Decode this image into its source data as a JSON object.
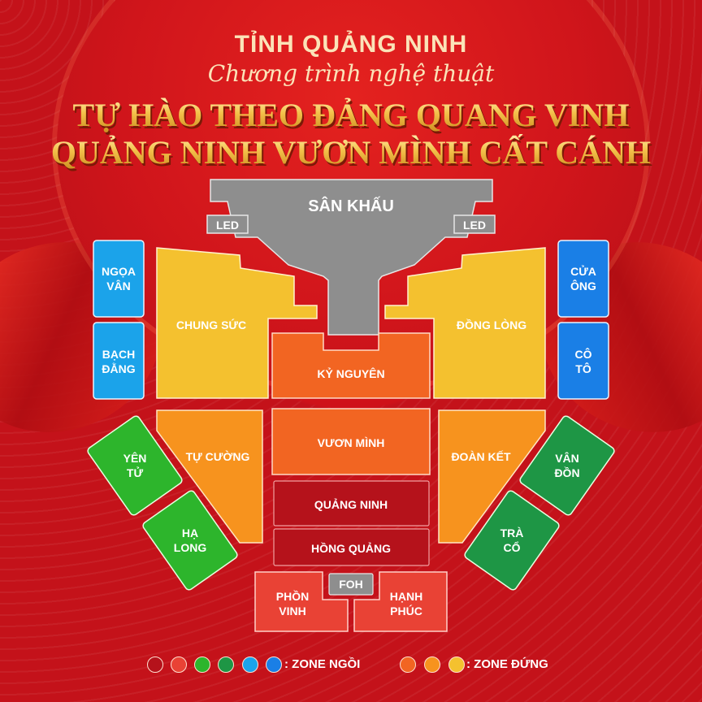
{
  "header": {
    "province": "TỈNH QUẢNG NINH",
    "subtitle": "Chương trình nghệ thuật",
    "title_line1": "TỰ HÀO THEO ĐẢNG QUANG VINH",
    "title_line2": "QUẢNG NINH VƯƠN MÌNH CẤT CÁNH"
  },
  "stage": {
    "label": "SÂN KHẤU",
    "led_left": "LED",
    "led_right": "LED",
    "foh": "FOH",
    "color": "#8e8e8e"
  },
  "zones": {
    "ngoa_van": {
      "label1": "NGỌA",
      "label2": "VÂN",
      "color": "#1ba3ea",
      "type": "seated"
    },
    "bach_dang": {
      "label1": "BẠCH",
      "label2": "ĐẰNG",
      "color": "#1ba3ea",
      "type": "seated"
    },
    "cua_ong": {
      "label1": "CỬA",
      "label2": "ÔNG",
      "color": "#1a7fe6",
      "type": "seated"
    },
    "co_to": {
      "label1": "CÔ",
      "label2": "TÔ",
      "color": "#1a7fe6",
      "type": "seated"
    },
    "chung_suc": {
      "label": "CHUNG SỨC",
      "color": "#f4c12f",
      "type": "standing"
    },
    "dong_long": {
      "label": "ĐỒNG LÒNG",
      "color": "#f4c12f",
      "type": "standing"
    },
    "ky_nguyen": {
      "label": "KỶ NGUYÊN",
      "color": "#f26522",
      "type": "standing"
    },
    "vuon_minh": {
      "label": "VƯƠN MÌNH",
      "color": "#f26522",
      "type": "standing"
    },
    "tu_cuong": {
      "label": "TỰ CƯỜNG",
      "color": "#f7931e",
      "type": "standing"
    },
    "doan_ket": {
      "label": "ĐOÀN KẾT",
      "color": "#f7931e",
      "type": "standing"
    },
    "yen_tu": {
      "label1": "YÊN",
      "label2": "TỬ",
      "color": "#2db52c",
      "type": "seated"
    },
    "ha_long": {
      "label1": "HẠ",
      "label2": "LONG",
      "color": "#2db52c",
      "type": "seated"
    },
    "van_don": {
      "label1": "VÂN",
      "label2": "ĐỒN",
      "color": "#1e9645",
      "type": "seated"
    },
    "tra_co": {
      "label1": "TRÀ",
      "label2": "CỔ",
      "color": "#1e9645",
      "type": "seated"
    },
    "quang_ninh": {
      "label": "QUẢNG NINH",
      "color": "#b5121b",
      "type": "seated"
    },
    "hong_quang": {
      "label": "HỒNG QUẢNG",
      "color": "#b5121b",
      "type": "seated"
    },
    "phon_vinh": {
      "label1": "PHỒN",
      "label2": "VINH",
      "color": "#e94235",
      "type": "seated"
    },
    "hanh_phuc": {
      "label1": "HẠNH",
      "label2": "PHÚC",
      "color": "#e94235",
      "type": "seated"
    }
  },
  "legend": {
    "seated_colors": [
      "#b5121b",
      "#e94235",
      "#2db52c",
      "#1e9645",
      "#1ba3ea",
      "#1a7fe6"
    ],
    "seated_label": ": ZONE NGỒI",
    "standing_colors": [
      "#f26522",
      "#f7931e",
      "#f4c12f"
    ],
    "standing_label": ": ZONE ĐỨNG"
  }
}
